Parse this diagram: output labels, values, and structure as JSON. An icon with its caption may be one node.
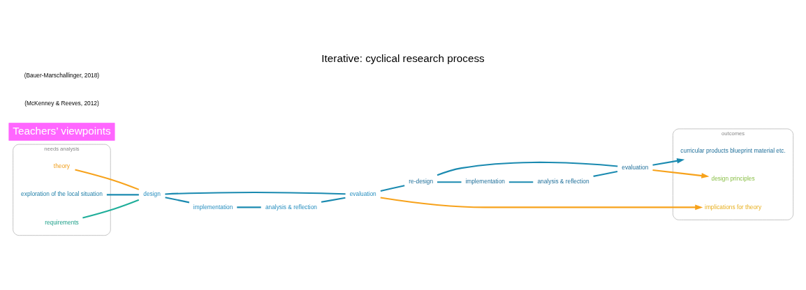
{
  "diagram": {
    "title": "Iterative: cyclical research process",
    "nodes": [
      {
        "text": [
          "needs analysis"
        ]
      },
      {
        "text": [
          "theory"
        ],
        "in": 0
      },
      {
        "text": [
          "exploration of the local situation"
        ],
        "in": 0
      },
      {
        "text": [
          "requirements"
        ],
        "in": 0
      },
      {
        "text": [
          "evaluation"
        ]
      },
      {
        "text": [
          "design"
        ]
      },
      {
        "text": [
          "analysis & reflection"
        ]
      },
      {
        "text": [
          "implementation"
        ]
      },
      {
        "text": [
          "evaluation"
        ]
      },
      {
        "text": [
          "re-design"
        ]
      },
      {
        "text": [
          "analysis & reflection"
        ]
      },
      {
        "text": [
          "implementation"
        ]
      },
      {
        "text": [
          "outcomes"
        ]
      },
      {
        "text": [
          "implications for theory"
        ],
        "in": 12
      },
      {
        "text": [
          "design principles"
        ],
        "in": 12
      },
      {
        "text": [
          "curricular products blueprint material etc."
        ],
        "in": 12
      },
      {
        "text": [
          "Teachers’ viewpoints"
        ]
      }
    ],
    "edges": [
      {
        "from": 1,
        "to": 5,
        "arrow": "none",
        "color": "#f7a21b"
      },
      {
        "from": 2,
        "to": 5,
        "arrow": "none"
      },
      {
        "from": 3,
        "to": 5,
        "arrow": "none",
        "color": "#1fae9a"
      },
      {
        "from": 5,
        "to": 7,
        "arrow": "none"
      },
      {
        "from": 7,
        "to": 6,
        "arrow": "none"
      },
      {
        "from": 6,
        "to": 4,
        "arrow": "none"
      },
      {
        "from": 4,
        "to": 5,
        "arrow": "none"
      },
      {
        "from": 4,
        "to": 9,
        "arrow": "none"
      },
      {
        "from": 9,
        "to": 11,
        "arrow": "none"
      },
      {
        "from": 11,
        "to": 10,
        "arrow": "none"
      },
      {
        "from": 10,
        "to": 8,
        "arrow": "none"
      },
      {
        "from": 8,
        "to": 9,
        "arrow": "none"
      },
      {
        "from": 4,
        "to": 13,
        "arrow": "to",
        "color": "#f7a21b"
      },
      {
        "from": 8,
        "to": 14,
        "arrow": "to",
        "color": "#f7a21b"
      },
      {
        "from": 8,
        "to": 15,
        "arrow": "to"
      }
    ],
    "labels": [
      "(McKenney & Reeves, 2012)",
      "(Bauer-Marschallinger, 2018)"
    ]
  }
}
